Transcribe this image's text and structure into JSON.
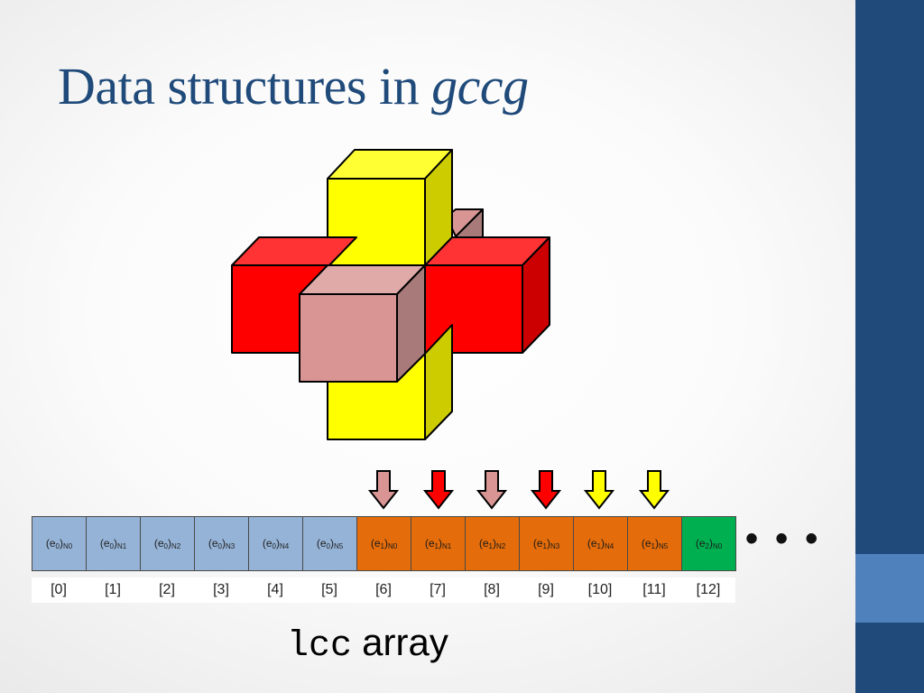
{
  "slide": {
    "title_main": "Data structures in",
    "title_italic": "gccg",
    "caption_code": "lcc",
    "caption_text": "array",
    "ellipsis": "• • •"
  },
  "colors": {
    "yellow": "#ffff00",
    "red": "#ff0000",
    "pink": "#d99594",
    "blue_cell": "#95b3d7",
    "orange_cell": "#e46c0a",
    "green_cell": "#00b050",
    "side_band": "#1f4a7a",
    "side_accent": "#4f81bd"
  },
  "arrows": [
    {
      "color": "pink"
    },
    {
      "color": "red"
    },
    {
      "color": "pink"
    },
    {
      "color": "red"
    },
    {
      "color": "yellow"
    },
    {
      "color": "yellow"
    }
  ],
  "cells": [
    {
      "e": "e",
      "esub": "0",
      "nsub": "N0",
      "color": "blue",
      "index": "[0]"
    },
    {
      "e": "e",
      "esub": "0",
      "nsub": "N1",
      "color": "blue",
      "index": "[1]"
    },
    {
      "e": "e",
      "esub": "0",
      "nsub": "N2",
      "color": "blue",
      "index": "[2]"
    },
    {
      "e": "e",
      "esub": "0",
      "nsub": "N3",
      "color": "blue",
      "index": "[3]"
    },
    {
      "e": "e",
      "esub": "0",
      "nsub": "N4",
      "color": "blue",
      "index": "[4]"
    },
    {
      "e": "e",
      "esub": "0",
      "nsub": "N5",
      "color": "blue",
      "index": "[5]"
    },
    {
      "e": "e",
      "esub": "1",
      "nsub": "N0",
      "color": "orange",
      "index": "[6]"
    },
    {
      "e": "e",
      "esub": "1",
      "nsub": "N1",
      "color": "orange",
      "index": "[7]"
    },
    {
      "e": "e",
      "esub": "1",
      "nsub": "N2",
      "color": "orange",
      "index": "[8]"
    },
    {
      "e": "e",
      "esub": "1",
      "nsub": "N3",
      "color": "orange",
      "index": "[9]"
    },
    {
      "e": "e",
      "esub": "1",
      "nsub": "N4",
      "color": "orange",
      "index": "[10]"
    },
    {
      "e": "e",
      "esub": "1",
      "nsub": "N5",
      "color": "orange",
      "index": "[11]"
    },
    {
      "e": "e",
      "esub": "2",
      "nsub": "N0",
      "color": "green",
      "index": "[12]"
    }
  ]
}
